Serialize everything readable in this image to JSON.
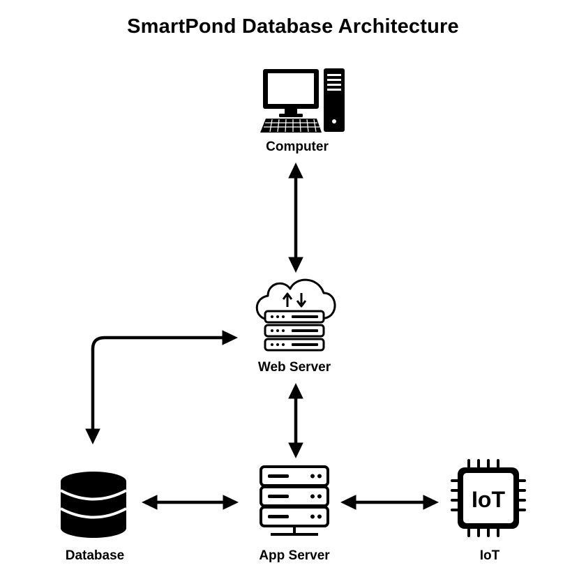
{
  "title": "SmartPond Database Architecture",
  "nodes": {
    "computer": {
      "label": "Computer",
      "icon": "desktop-computer-icon"
    },
    "web_server": {
      "label": "Web Server",
      "icon": "cloud-server-icon"
    },
    "app_server": {
      "label": "App Server",
      "icon": "server-rack-icon"
    },
    "database": {
      "label": "Database",
      "icon": "database-icon"
    },
    "iot": {
      "label": "IoT",
      "icon": "iot-chip-icon",
      "chip_text": "IoT"
    }
  },
  "connections": [
    {
      "from": "Computer",
      "to": "Web Server",
      "direction": "bidirectional"
    },
    {
      "from": "Web Server",
      "to": "App Server",
      "direction": "bidirectional"
    },
    {
      "from": "Database",
      "to": "Web Server",
      "direction": "bidirectional"
    },
    {
      "from": "Database",
      "to": "App Server",
      "direction": "bidirectional"
    },
    {
      "from": "App Server",
      "to": "IoT",
      "direction": "bidirectional"
    }
  ]
}
